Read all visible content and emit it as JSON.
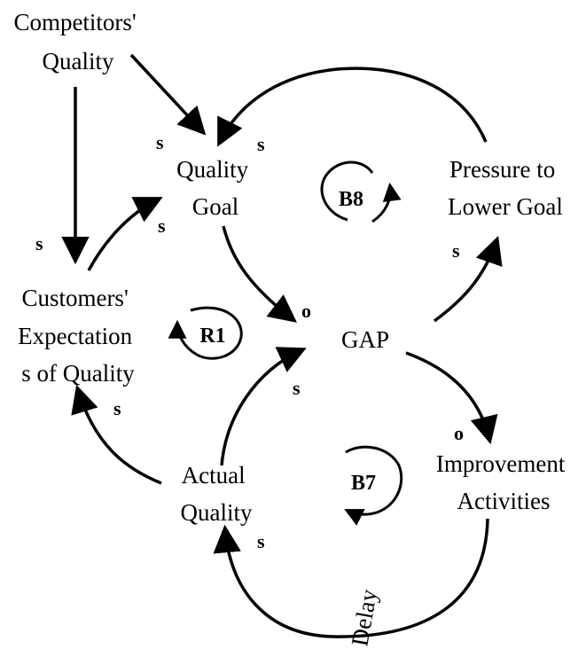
{
  "nodes": {
    "competitors_quality": [
      "Competitors'",
      "Quality"
    ],
    "quality_goal": [
      "Quality",
      "Goal"
    ],
    "pressure_to_lower_goal": [
      "Pressure to",
      "Lower Goal"
    ],
    "customers_expectations": [
      "Customers'",
      "Expectation",
      "s of Quality"
    ],
    "gap": "GAP",
    "actual_quality": [
      "Actual",
      "Quality"
    ],
    "improvement_activities": [
      "Improvement",
      "Activities"
    ]
  },
  "polarities": {
    "competitors_to_goal": "s",
    "pressure_to_goal": "s",
    "competitors_to_expectations": "s",
    "expectations_to_goal": "s",
    "goal_to_gap": "o",
    "gap_to_pressure": "s",
    "actual_to_gap": "s",
    "actual_to_expectations": "s",
    "gap_to_improvement": "o",
    "improvement_to_actual": "s"
  },
  "loops": {
    "b8": "B8",
    "r1": "R1",
    "b7": "B7"
  },
  "delay_label": "Delay"
}
